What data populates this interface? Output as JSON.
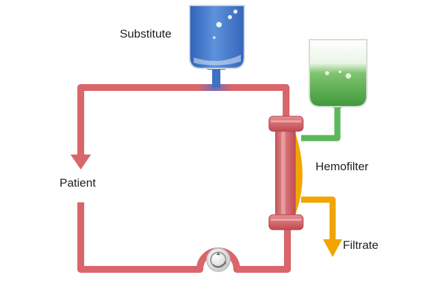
{
  "labels": {
    "substitute": "Substitute",
    "patient": "Patient",
    "hemofilter": "Hemofilter",
    "filtrate": "Filtrate"
  },
  "colors": {
    "circuit_tube": "#d9666a",
    "substitute_fluid": "#3d72c4",
    "replacement_line": "#5cb85c",
    "filtrate_line": "#f0a500",
    "hemofilter_body": "#cf5f64"
  },
  "icons": [
    "substitute-bag-icon",
    "replacement-bag-icon",
    "blood-pump-icon",
    "hemofilter-icon",
    "flow-arrow-icon"
  ]
}
